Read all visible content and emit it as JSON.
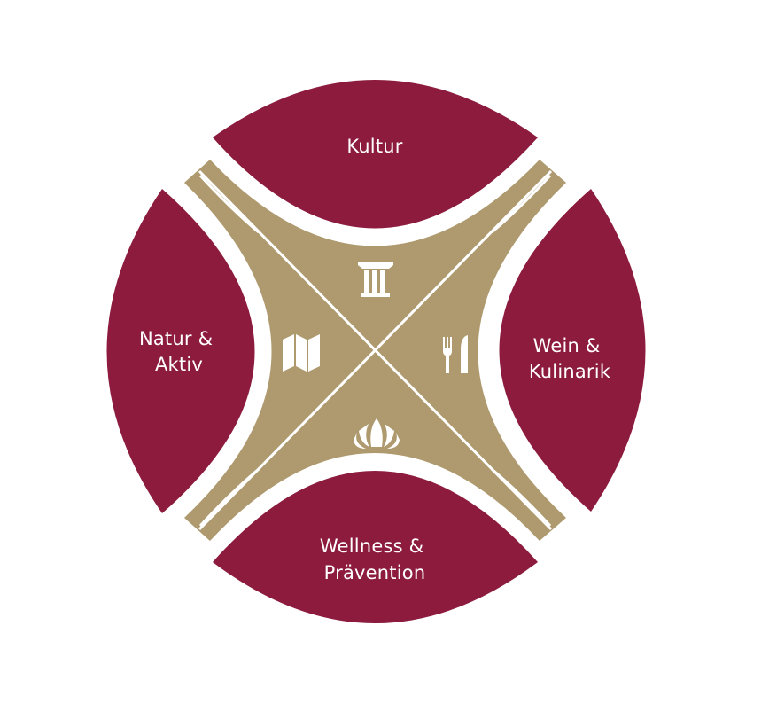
{
  "colors": {
    "segment": "#8c1b3e",
    "cross": "#ae9a6e",
    "divider": "#ffffff",
    "background": "#ffffff"
  },
  "segments": {
    "top": {
      "lines": [
        "Kultur"
      ],
      "icon": "column-icon"
    },
    "right": {
      "lines": [
        "Wein &",
        "Kulinarik"
      ],
      "icon": "fork-knife-icon"
    },
    "bottom": {
      "lines": [
        "Wellness &",
        "Prävention"
      ],
      "icon": "lotus-icon"
    },
    "left": {
      "lines": [
        "Natur &",
        "Aktiv"
      ],
      "icon": "map-icon"
    }
  }
}
